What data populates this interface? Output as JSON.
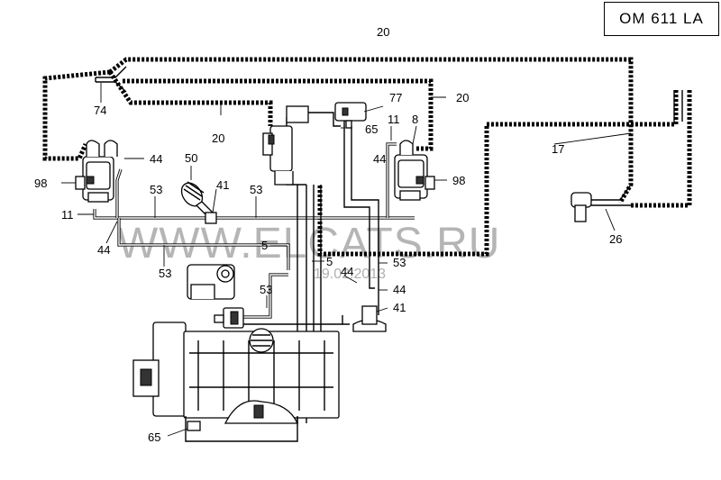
{
  "model_box": "OM 611 LA",
  "watermark": "WWW.ELCATS.RU",
  "date_stamp": "19.02.2013",
  "callouts": {
    "c20a": "20",
    "c20b": "20",
    "c20c": "20",
    "c74": "74",
    "c77": "77",
    "c65a": "65",
    "c65b": "65",
    "c11a": "11",
    "c11b": "11",
    "c8": "8",
    "c17": "17",
    "c44a": "44",
    "c44b": "44",
    "c44c": "44",
    "c44d": "44",
    "c44e": "44",
    "c50": "50",
    "c41a": "41",
    "c41b": "41",
    "c53a": "53",
    "c53b": "53",
    "c53c": "53",
    "c53d": "53",
    "c53e": "53",
    "c98a": "98",
    "c98b": "98",
    "c26": "26",
    "c5a": "5",
    "c5b": "5"
  }
}
